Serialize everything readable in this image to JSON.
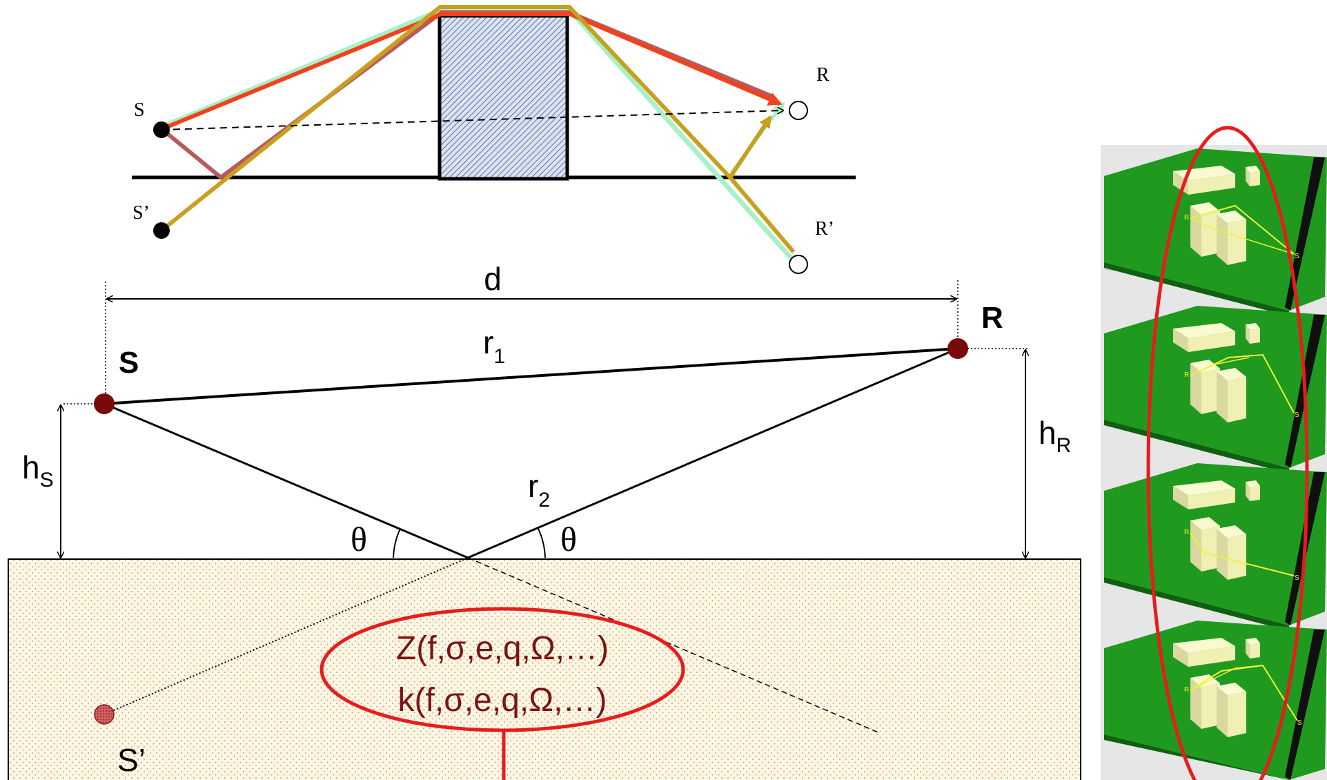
{
  "top_diagram": {
    "source_label": "S",
    "receiver_label": "R",
    "image_source_label": "S’",
    "image_receiver_label": "R’"
  },
  "geometry_diagram": {
    "distance_label": "d",
    "source_label": "S",
    "receiver_label": "R",
    "direct_path_label": "r",
    "direct_path_subscript": "1",
    "reflected_path_label": "r",
    "reflected_path_subscript": "2",
    "source_height_label": "h",
    "source_height_subscript": "S",
    "receiver_height_label": "h",
    "receiver_height_subscript": "R",
    "angle_left_label": "θ",
    "angle_right_label": "θ",
    "image_source_label": "S’",
    "impedance_formula": "Z(f,σ,e,q,Ω,…)",
    "wavenumber_formula": "k(f,σ,e,q,Ω,…)"
  },
  "colors": {
    "red_path": "#f0421c",
    "gold_path": "#c8a020",
    "mauve_path": "#b85a5e",
    "mint_path": "#a8f0c8",
    "source_dot": "#7a0a0a",
    "formula_text": "#7a1414",
    "ellipse": "#e81c1c",
    "ground_fill": "#fbf6e6",
    "ground_dot": "#d9a35a",
    "grass": "#1f9a1f",
    "building": "#f0efb4"
  },
  "thumbnails": [
    {
      "source_label": "S",
      "receiver_label": "R"
    },
    {
      "source_label": "S",
      "receiver_label": "R"
    },
    {
      "source_label": "S",
      "receiver_label": "R"
    },
    {
      "source_label": "S",
      "receiver_label": "R"
    }
  ]
}
